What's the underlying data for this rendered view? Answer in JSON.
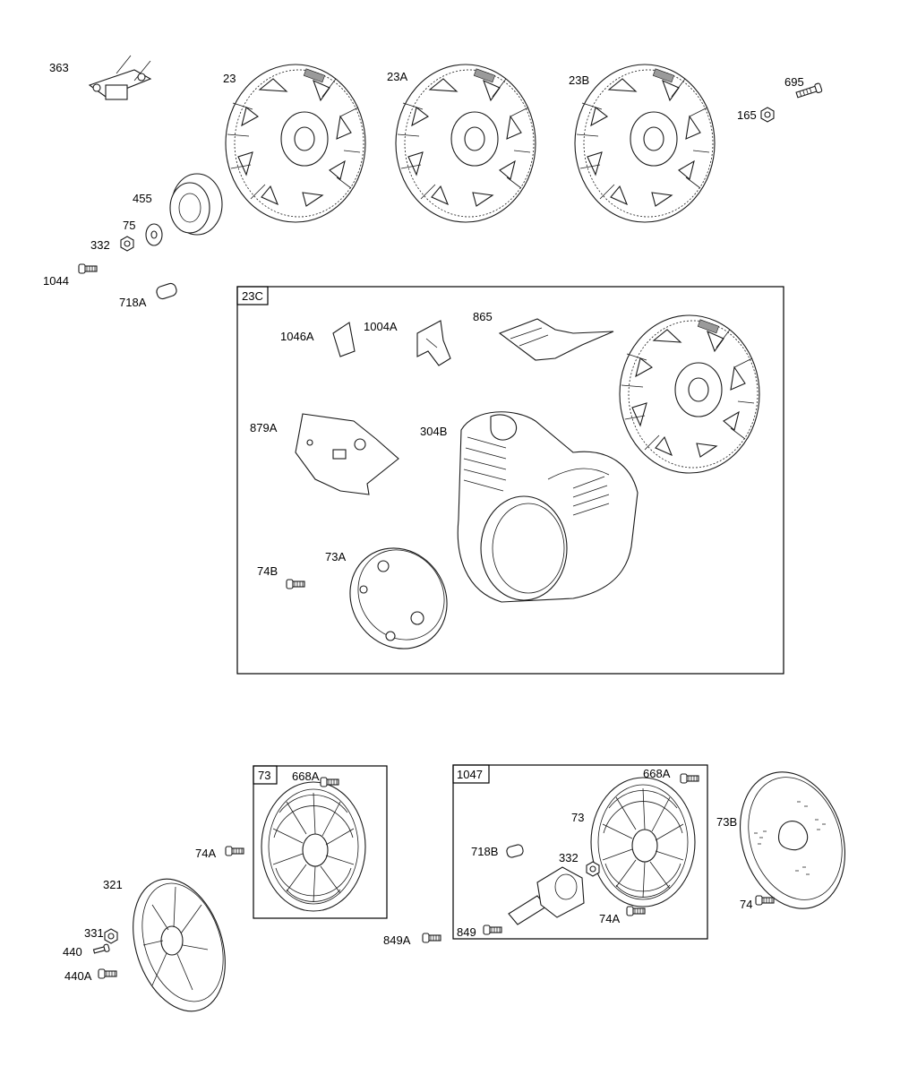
{
  "labels": {
    "p363": "363",
    "p23": "23",
    "p23A": "23A",
    "p23B": "23B",
    "p695": "695",
    "p165": "165",
    "p455": "455",
    "p75": "75",
    "p332a": "332",
    "p1044": "1044",
    "p718A": "718A",
    "p1046A": "1046A",
    "p1004A": "1004A",
    "p865": "865",
    "p879A": "879A",
    "p304B": "304B",
    "p74B": "74B",
    "p73A": "73A",
    "p668Aa": "668A",
    "p74Aa": "74A",
    "p321": "321",
    "p331": "331",
    "p440": "440",
    "p440A": "440A",
    "p849A": "849A",
    "p668Ab": "668A",
    "p73b": "73",
    "p718B": "718B",
    "p332b": "332",
    "p849": "849",
    "p74Ab": "74A",
    "p73B": "73B",
    "p74": "74"
  },
  "boxes": {
    "box23C": "23C",
    "box73": "73",
    "box1047": "1047"
  }
}
